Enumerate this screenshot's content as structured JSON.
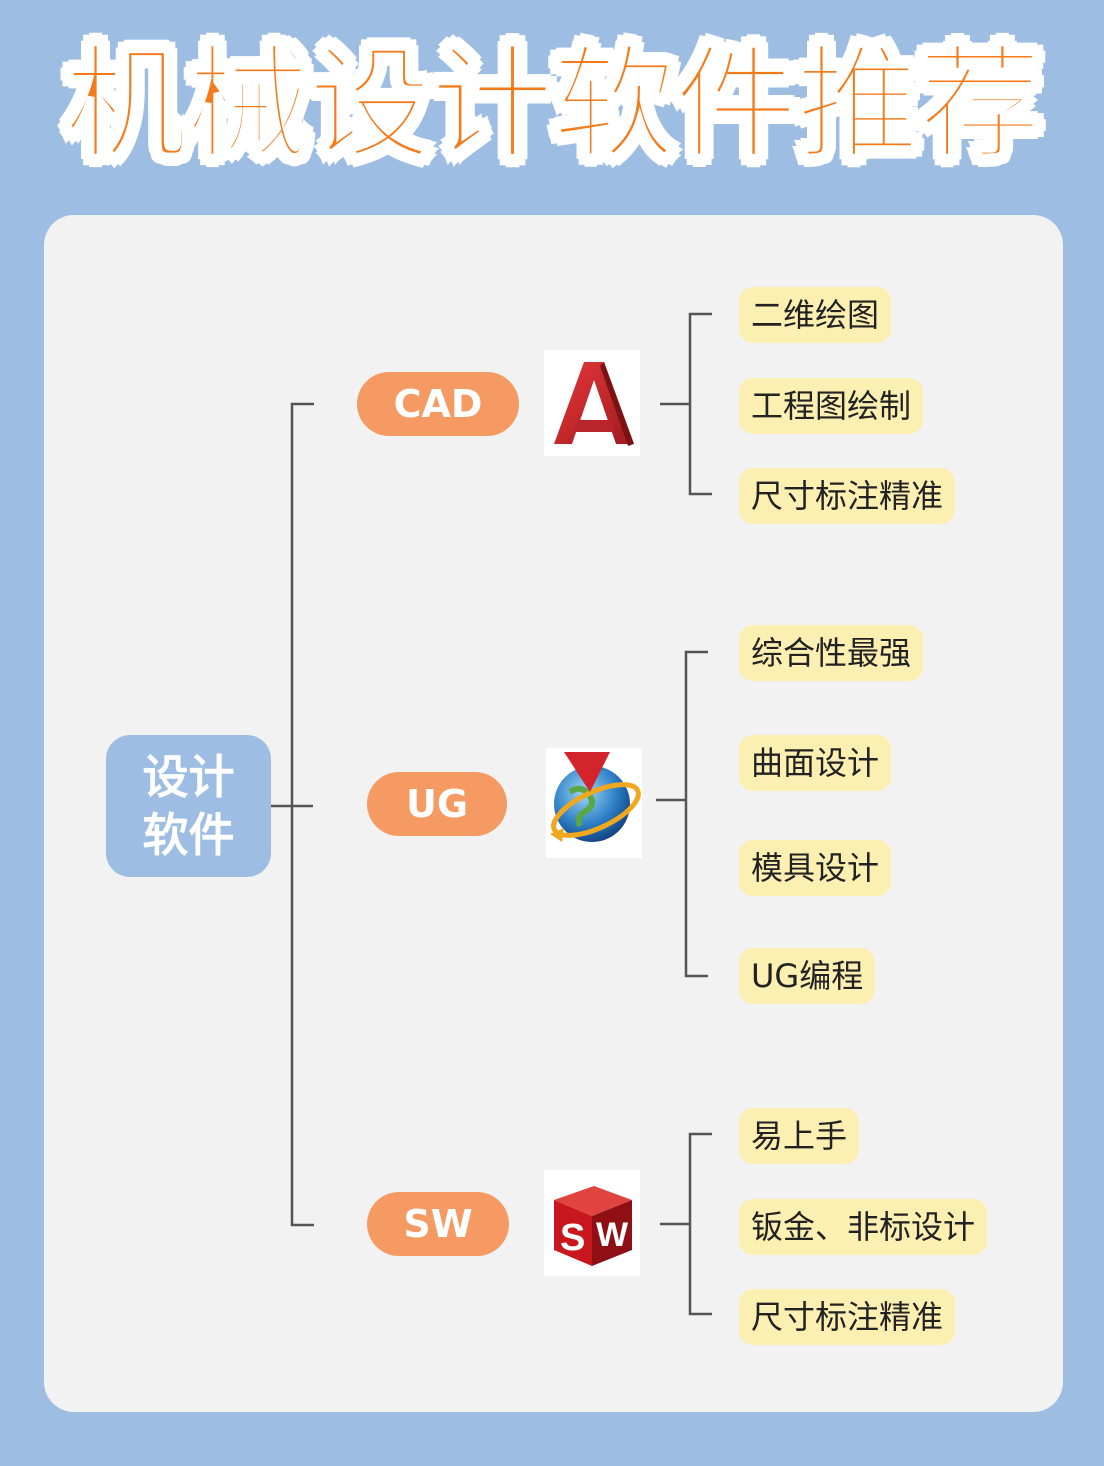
{
  "title": "机械设计软件推荐",
  "root": {
    "line1": "设计",
    "line2": "软件"
  },
  "software": [
    {
      "name": "CAD",
      "logo": "autocad-logo-icon",
      "features": [
        "二维绘图",
        "工程图绘制",
        "尺寸标注精准"
      ]
    },
    {
      "name": "UG",
      "logo": "ug-nx-logo-icon",
      "features": [
        "综合性最强",
        "曲面设计",
        "模具设计",
        "UG编程"
      ]
    },
    {
      "name": "SW",
      "logo": "solidworks-logo-icon",
      "features": [
        "易上手",
        "钣金、非标设计",
        "尺寸标注精准"
      ]
    }
  ],
  "colors": {
    "background": "#9dbde3",
    "card": "#f2f2f2",
    "title": "#f47a1a",
    "pill": "#f59a62",
    "feature": "#fcefb2",
    "root": "#9ebde3"
  }
}
